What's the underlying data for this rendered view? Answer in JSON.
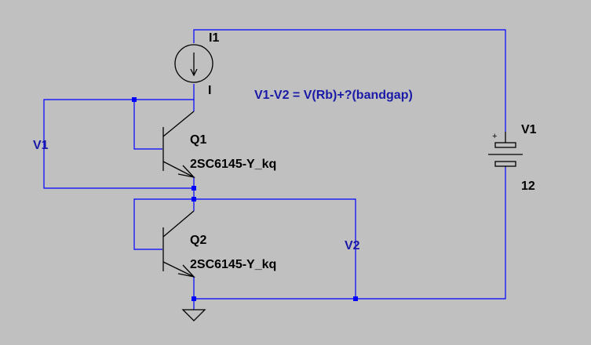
{
  "components": {
    "current_source": {
      "name": "I1",
      "value": "I"
    },
    "battery": {
      "name": "V1",
      "value": "12",
      "polarity": "+"
    },
    "q1": {
      "name": "Q1",
      "model": "2SC6145-Y_kq"
    },
    "q2": {
      "name": "Q2",
      "model": "2SC6145-Y_kq"
    }
  },
  "net_labels": {
    "v1": "V1",
    "v2": "V2"
  },
  "annotation": "V1-V2 = V(Rb)+?(bandgap)",
  "colors": {
    "background": "#c0c0c0",
    "wire": "#0000ff",
    "component": "#000000",
    "label": "#1a1aa8"
  }
}
